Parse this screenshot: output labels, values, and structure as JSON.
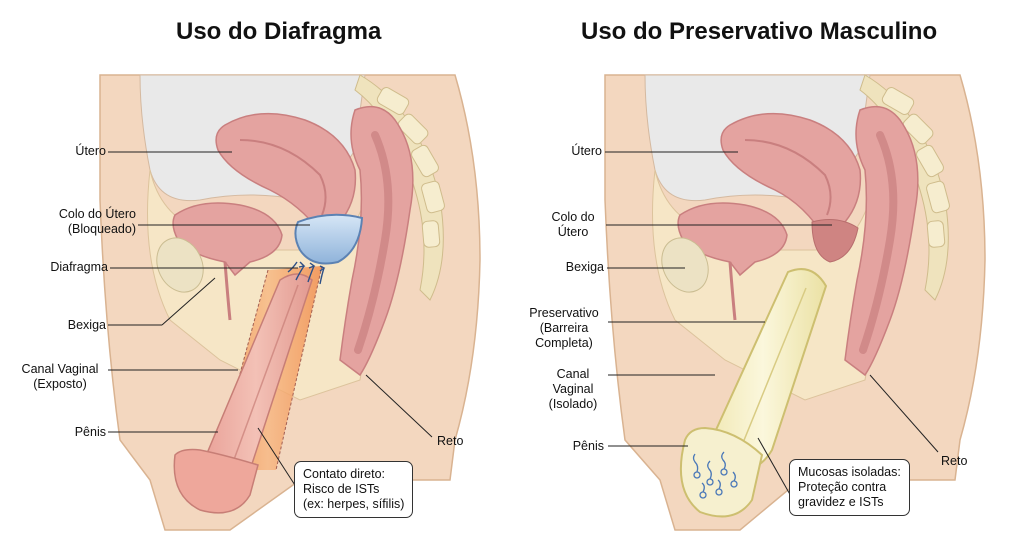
{
  "titles": {
    "left": "Uso do Diafragma",
    "right": "Uso do Preservativo Masculino"
  },
  "left_labels": {
    "utero": "Útero",
    "colo_line1": "Colo do Útero",
    "colo_line2": "(Bloqueado)",
    "diafragma": "Diafragma",
    "bexiga": "Bexiga",
    "canal_line1": "Canal Vaginal",
    "canal_line2": "(Exposto)",
    "penis": "Pênis",
    "reto": "Reto",
    "callout_line1": "Contato direto:",
    "callout_line2": "Risco de ISTs",
    "callout_line3": "(ex: herpes, sífilis)"
  },
  "right_labels": {
    "utero": "Útero",
    "colo_line1": "Colo do",
    "colo_line2": "Útero",
    "bexiga": "Bexiga",
    "preservativo_line1": "Preservativo",
    "preservativo_line2": "(Barreira",
    "preservativo_line3": "Completa)",
    "canal_line1": "Canal",
    "canal_line2": "Vaginal",
    "canal_line3": "(Isolado)",
    "penis": "Pênis",
    "reto": "Reto",
    "callout_line1": "Mucosas isoladas:",
    "callout_line2": "Proteção contra",
    "callout_line3": "gravidez e ISTs"
  },
  "colors": {
    "skin": "#f3d7bf",
    "skin_outline": "#d9b391",
    "cavity": "#e8e8e8",
    "organ": "#e4a3a0",
    "organ_dark": "#c97f7f",
    "fat": "#f6e6c6",
    "spine": "#f1e6c3",
    "penis": "#eca9a0",
    "exposed_zone": "#f29a5f",
    "diaphragm": "#a9c7e6",
    "condom": "#f4efc0",
    "sperm": "#4a78b8"
  }
}
